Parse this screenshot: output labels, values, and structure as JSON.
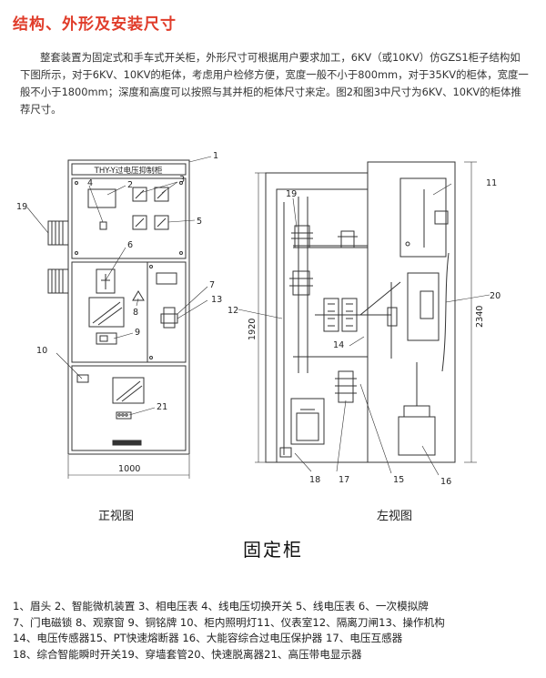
{
  "title": "结构、外形及安装尺寸",
  "intro": "整套装置为固定式和手车式开关柜，外形尺寸可根据用户要求加工，6KV（或10KV）仿GZS1柜子结构如下图所示，对于6KV、10KV的柜体，考虑用户检修方便，宽度一般不小于800mm，对于35KV的柜体，宽度一般不小于1800mm；深度和高度可以按照与其并柜的柜体尺寸来定。图2和图3中尺寸为6KV、10KV的柜体推荐尺寸。",
  "front": {
    "nameplate": "THY-Y过电压抑制柜",
    "width_label": "1000",
    "caption": "正视图",
    "callouts": [
      "1",
      "2",
      "3",
      "4",
      "5",
      "6",
      "7",
      "8",
      "9",
      "10",
      "13",
      "19",
      "21"
    ]
  },
  "side": {
    "height_inner": "1920",
    "height_outer": "2340",
    "caption": "左视图",
    "callouts": [
      "11",
      "12",
      "14",
      "15",
      "16",
      "17",
      "18",
      "19",
      "20"
    ]
  },
  "figure_caption": "固定柜",
  "legend": [
    "1、眉头 2、智能微机装置 3、相电压表 4、线电压切换开关 5、线电压表 6、一次模拟牌",
    "7、门电磁锁 8、观察窗 9、铜铭牌 10、柜内照明灯11、仪表室12、隔离刀闸13、操作机构",
    "14、电压传感器15、PT快速熔断器 16、大能容综合过电压保护器 17、电压互感器",
    "18、综合智能瞬时开关19、穿墙套管20、快速脱离器21、高压带电显示器"
  ]
}
